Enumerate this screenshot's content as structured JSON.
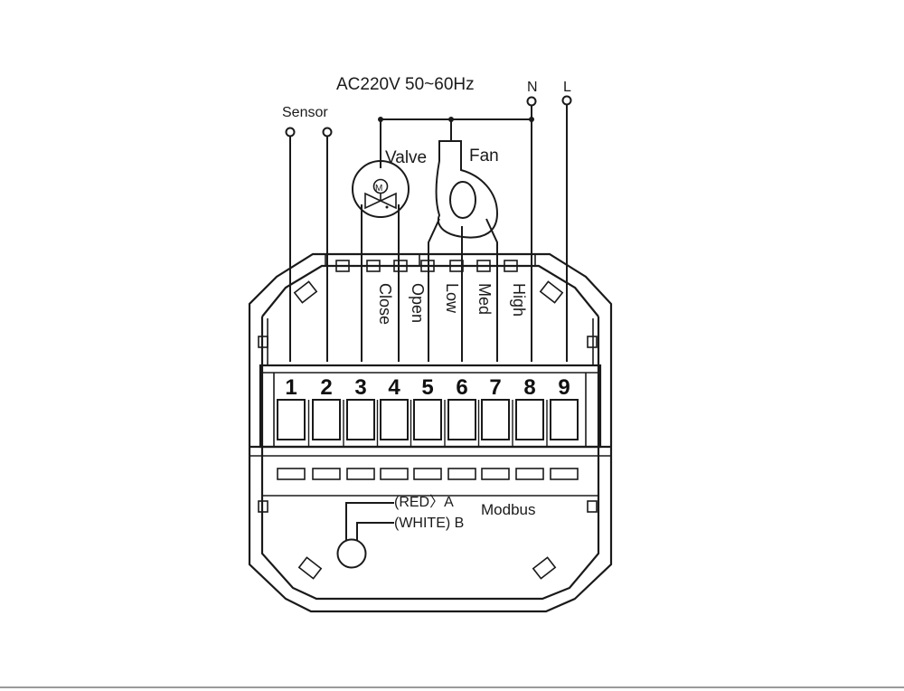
{
  "power_label": "AC220V 50~60Hz",
  "neutral_label": "N",
  "live_label": "L",
  "sensor_label": "Sensor",
  "valve_label": "Valve",
  "valve_motor_label": "M",
  "fan_label": "Fan",
  "valve_taps": [
    "Close",
    "Open"
  ],
  "fan_taps": [
    "Low",
    "Med",
    "High"
  ],
  "terminals": [
    "1",
    "2",
    "3",
    "4",
    "5",
    "6",
    "7",
    "8",
    "9"
  ],
  "modbus": {
    "title": "Modbus",
    "wire_a": "(RED〉A",
    "wire_b": "(WHITE) B"
  }
}
